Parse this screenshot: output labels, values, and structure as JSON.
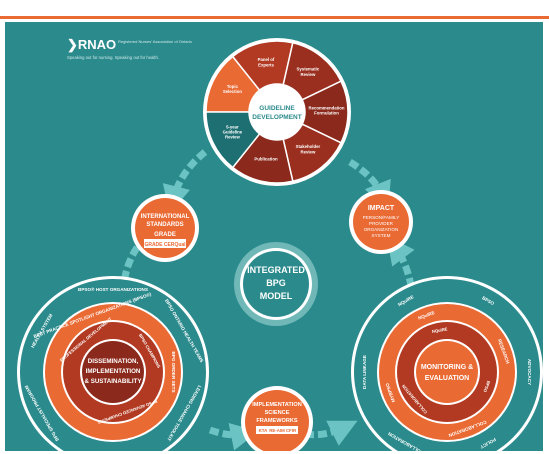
{
  "header": {
    "logo_mark": "❯RNAO",
    "logo_name": "Registered Nurses' Association of Ontario",
    "tagline": "Speaking out for nursing. Speaking out for health."
  },
  "center": {
    "line1": "INTEGRATED",
    "line2": "BPG",
    "line3": "MODEL"
  },
  "guideline": {
    "title1": "GUIDELINE",
    "title2": "DEVELOPMENT",
    "segments": [
      "Topic Selection",
      "Panel of Experts",
      "Systematic Review",
      "Recommendation Formulation",
      "Stakeholder Review",
      "Publication",
      "5-year Guideline Review"
    ]
  },
  "international": {
    "line1": "INTERNATIONAL",
    "line2": "STANDARDS",
    "line3": "GRADE",
    "line4": "GRADE CERQual"
  },
  "impact": {
    "title": "IMPACT",
    "lines": [
      "PERSON/FAMILY",
      "PROVIDER",
      "ORGANIZATION",
      "SYSTEM"
    ]
  },
  "dissemination": {
    "core": [
      "DISSEMINATION,",
      "IMPLEMENTATION",
      "& SUSTAINABILITY"
    ],
    "outer_ring": [
      "HEALTH SYSTEM",
      "BPSO® HOST ORGANIZATIONS",
      "BPSO ONTARIO HEALTH TEAMS",
      "LEADING CHANGE TOOLKIT",
      "DIGITAL BPG IMPLEMENTATION",
      "BPG SPECIALIST PROGRAM"
    ],
    "middle_ring": [
      "BEST PRACTICE SPOTLIGHT ORGANIZATIONS (BPSO®)",
      "BPG ORDER SETS"
    ],
    "inner_ring": [
      "PROFESSIONAL DEVELOPMENT",
      "BPSO CHAMPIONS",
      "BPSO ADVANCED CHAMPIONS"
    ]
  },
  "monitoring": {
    "core": [
      "MONITORING &",
      "EVALUATION"
    ],
    "outer_ring": [
      "NQuIRE",
      "BPSO",
      "ADVOCACY",
      "POLICY",
      "COLLABORATION",
      "DATA LINKAGE"
    ],
    "middle_ring": [
      "NQuIRE",
      "RESEARCH",
      "COLLABORATION",
      "MYBPSO"
    ],
    "inner_ring": [
      "NQuIRE",
      "BPSO",
      "COLLABORATION"
    ]
  },
  "implementation": {
    "line1": "IMPLEMENTATION",
    "line2": "SCIENCE",
    "line3": "FRAMEWORKS",
    "tag1": "KTA",
    "tag2": "RE-AIM",
    "tag3": "CFIR"
  },
  "colors": {
    "background": "#2b8a8c",
    "orange": "#ea6a34",
    "dark_red": "#8b2a1c",
    "red": "#b23a22",
    "teal_dark": "#1e6f72",
    "topbar_line": "#ea6a34"
  }
}
